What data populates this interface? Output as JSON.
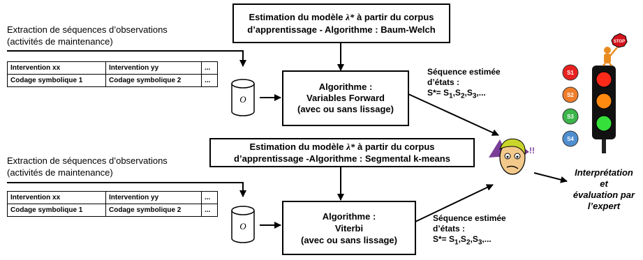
{
  "top": {
    "extraction_line1": "Extraction de séquences d’observations",
    "extraction_line2": "(activités de maintenance)",
    "table": {
      "row1": [
        "Intervention xx",
        "Intervention yy",
        "..."
      ],
      "row2": [
        "Codage symbolique 1",
        "Codage symbolique 2",
        "..."
      ]
    },
    "cylinder_label": "O",
    "estimation_line1_pre": "Estimation du modèle ",
    "estimation_lambda": "λ*",
    "estimation_line1_post": " à partir du corpus",
    "estimation_line2": "d’apprentissage - Algorithme : Baum-Welch",
    "algo_line1": "Algorithme :",
    "algo_line2": "Variables Forward",
    "algo_line3": "(avec ou sans lissage)",
    "seq_line1": "Séquence estimée",
    "seq_line2": "d’états :",
    "seq_line3_pre": "S*= S",
    "seq_sub1": "1",
    "seq_mid1": ",S",
    "seq_sub2": "2",
    "seq_mid2": ",S",
    "seq_sub3": "3",
    "seq_end": ",..."
  },
  "bottom": {
    "extraction_line1": "Extraction de séquences d’observations",
    "extraction_line2": "(activités de maintenance)",
    "table": {
      "row1": [
        "Intervention xx",
        "Intervention yy",
        "..."
      ],
      "row2": [
        "Codage symbolique 1",
        "Codage symbolique 2",
        "..."
      ]
    },
    "cylinder_label": "O",
    "estimation_line1_pre": "Estimation du modèle ",
    "estimation_lambda": "λ*",
    "estimation_line1_post": " à partir du corpus",
    "estimation_line2": "d’apprentissage -Algorithme : Segmental k-means",
    "algo_line1": "Algorithme :",
    "algo_line2": "Viterbi",
    "algo_line3": "(avec ou sans lissage)",
    "seq_line1": "Séquence estimée",
    "seq_line2": "d’états :",
    "seq_line3_pre": "S*= S",
    "seq_sub1": "1",
    "seq_mid1": ",S",
    "seq_sub2": "2",
    "seq_mid2": ",S",
    "seq_sub3": "3",
    "seq_end": ",..."
  },
  "expert": {
    "line1": "Interprétation",
    "line2": "et",
    "line3": "évaluation par",
    "line4": "l’expert"
  },
  "traffic_light": {
    "stop_sign": "STOP",
    "states": [
      "S1",
      "S2",
      "S3",
      "S4"
    ],
    "state_colors": [
      "#e8211f",
      "#f07d2a",
      "#3cb54a",
      "#4f8fd0"
    ],
    "lamp_colors": [
      "#ff2a1a",
      "#ff8a12",
      "#35e03a"
    ]
  },
  "icons": [
    "database-cylinder-icon",
    "confused-person-icon",
    "traffic-light-icon",
    "stop-sign-icon"
  ]
}
